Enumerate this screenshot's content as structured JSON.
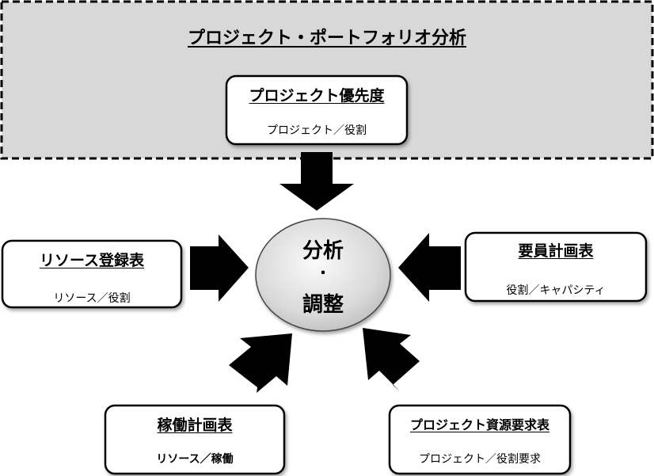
{
  "portfolio": {
    "title": "プロジェクト・ポートフォリオ分析"
  },
  "center": {
    "line1": "分析",
    "dot": "・",
    "line2": "調整"
  },
  "boxes": {
    "priority": {
      "title": "プロジェクト優先度",
      "subtitle": "プロジェクト／役割"
    },
    "resource_register": {
      "title": "リソース登録表",
      "subtitle": "リソース／役割"
    },
    "staffing_plan": {
      "title": "要員計画表",
      "subtitle": "役割／キャパシティ"
    },
    "utilization_plan": {
      "title": "稼働計画表",
      "subtitle": "リソース／稼働"
    },
    "resource_requirements": {
      "title": "プロジェクト資源要求表",
      "subtitle": "プロジェクト／役割要求"
    }
  }
}
